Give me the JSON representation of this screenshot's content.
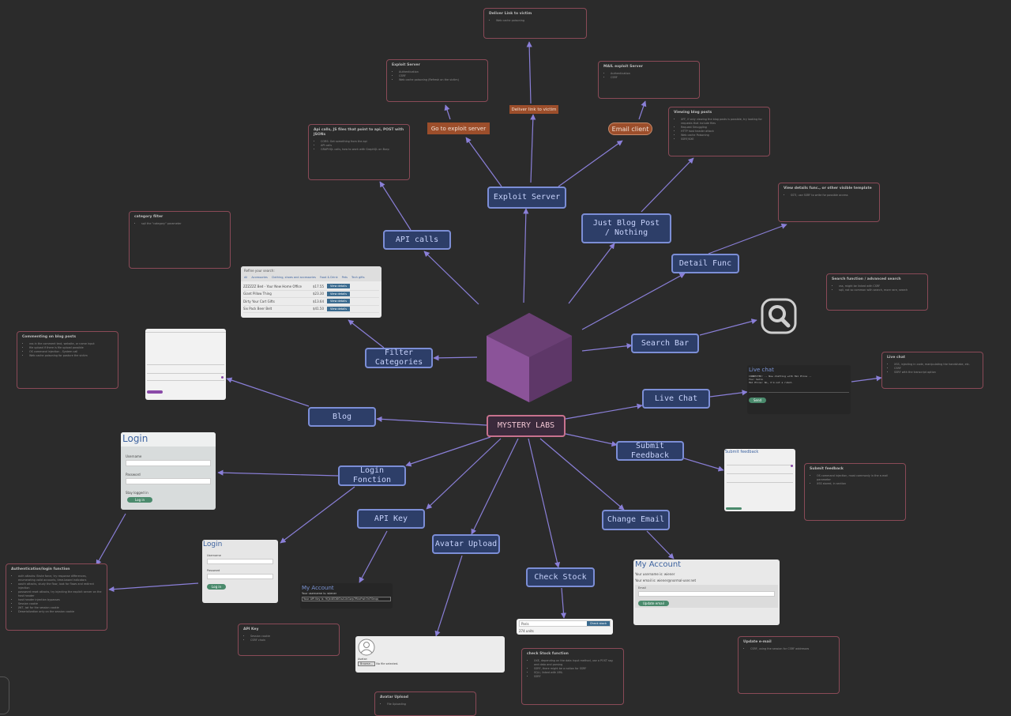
{
  "root": {
    "label": "MYSTERY LABS"
  },
  "branches": {
    "exploit_server": "Exploit Server",
    "api_calls": "API calls",
    "just_blog": "Just Blog Post / Nothing",
    "detail_func": "Detail Func",
    "search_bar": "Search Bar",
    "live_chat": "Live Chat",
    "submit_feedback": "Submit Feedback",
    "change_email": "Change Email",
    "check_stock": "Check Stock",
    "avatar_upload": "Avatar Upload",
    "api_key": "API Key",
    "login_function": "Login Fonction",
    "blog": "Blog",
    "filter_categories": "Filter Categories"
  },
  "pills": {
    "go_exploit": "Go to exploit server",
    "deliver": "Deliver link to victim",
    "email_client": "Email client"
  },
  "notes": [
    {
      "id": "deliver",
      "title": "Deliver Link to victim",
      "items": [
        "Web cache poisoning"
      ]
    },
    {
      "id": "exploit-server",
      "title": "Exploit Server",
      "items": [
        "Authentication",
        "CSRF",
        "Web cache poisoning (Refresh on the victim)"
      ]
    },
    {
      "id": "mail-exploit",
      "title": "MAIL exploit Server",
      "items": [
        "Authentication",
        "CSRF"
      ]
    },
    {
      "id": "api-calls",
      "title": "Api calls, JS files that point to api, POST with JSONs",
      "items": [
        "CORS: Get something from the api",
        "API calls",
        "GRAPHQL calls, how to work with GraphQL on Burp"
      ]
    },
    {
      "id": "viewing-blog",
      "title": "Viewing blog posts",
      "items": [
        "XFF, if only viewing the blog posts is possible, try looking for requests that include files",
        "Request Smuggling",
        "HTTP host header attack",
        "Web cache Poisoning",
        "SSRF/XXE"
      ]
    },
    {
      "id": "view-details",
      "title": "View details func., or other visible template",
      "items": [
        "SSTI, use SSRF to write for possible access"
      ]
    },
    {
      "id": "category-filter",
      "title": "category filter",
      "items": [
        "sqli the \"category\" parameter"
      ]
    },
    {
      "id": "search-function",
      "title": "Search function / advanced search",
      "items": [
        "xss, might be linked with CSRF",
        "sqli, not so common with search, more rare, search"
      ]
    },
    {
      "id": "commenting",
      "title": "Commenting on blog posts",
      "items": [
        "xss in the comment text, website, or name input",
        "file upload if there is file upload possible",
        "OS command injection - System call",
        "Web cache poisoning for posture the victim"
      ]
    },
    {
      "id": "live-chat",
      "title": "Live chat",
      "items": [
        "XSS, injecting in code, manipulating the handshake, etc.",
        "CSRF",
        "SSRF with the transcript option"
      ]
    },
    {
      "id": "submit-feedback",
      "title": "Submit feedback",
      "items": [
        "OS command injection, most commonly in the e-mail parameter",
        "XSS stored, in section"
      ]
    },
    {
      "id": "auth",
      "title": "Authentication/login function",
      "items": [
        "auth attacks: Brute force, try response differences, enumerating valid accounts, time-based indicators",
        "oauth attacks, study the flow, look for flaws and redirect injection",
        "password reset attacks, try injecting the explicit server on the host header",
        "host header injection bypasses",
        "Session cookie",
        "JWT, jwt for the session cookie",
        "Deserialization only on the session cookie"
      ]
    },
    {
      "id": "api-key",
      "title": "API Key",
      "items": [
        "Session cookie",
        "CSRF chain"
      ]
    },
    {
      "id": "check-stock",
      "title": "check Stock function",
      "items": [
        "XXE, depending on the data input method, use a POST ssg and data and parsing",
        "SSRF, there might be a notion for SSRF",
        "SQLi, linked with XML",
        "SSRF"
      ]
    },
    {
      "id": "update-email",
      "title": "Update e-mail",
      "items": [
        "CSRF, using the session for CSRF addresses"
      ]
    },
    {
      "id": "avatar-upload",
      "title": "Avatar Upload",
      "items": [
        "File Uploading"
      ]
    }
  ],
  "screens": {
    "filter": {
      "heading": "Refine your search:",
      "cats": [
        "All",
        "Accessories",
        "Clothing, shoes and accessories",
        "Food & Drink",
        "Pets",
        "Tech gifts"
      ],
      "rows": [
        {
          "name": "ZZZZZZ Bed - Your New Home Office",
          "price": "$17.55",
          "btn": "View details"
        },
        {
          "name": "Giant Pillow Thing",
          "price": "$23.30",
          "btn": "View details"
        },
        {
          "name": "Dirty Your Cart Gifts",
          "price": "$13.64",
          "btn": "View details"
        },
        {
          "name": "Six Pack Beer Belt",
          "price": "$41.50",
          "btn": "View details"
        }
      ]
    },
    "login1": {
      "title": "Login",
      "username": "Username",
      "password": "Password",
      "stay": "Stay logged in",
      "button": "Log in"
    },
    "login2": {
      "title": "Login",
      "username": "Username",
      "password": "Password",
      "button": "Log in"
    },
    "api_key": {
      "title": "My Account",
      "line1": "Your username is: wiener",
      "line2": "Your API Key is: 9Qk4ED8f2sA1kGwp7RkzFwh3nT0eqq"
    },
    "live_chat": {
      "title": "Live chat",
      "lines": [
        "CONNECTED: -- Now chatting with Hal Pline --",
        "You: hello",
        "Hal Pline: No, I'm not a robot."
      ],
      "button": "Send"
    },
    "feedback": {
      "title": "Submit feedback"
    },
    "my_account": {
      "title": "My Account",
      "line1": "Your username is: wiener",
      "line2": "Your email is: wiener@normal-user.net",
      "label": "Email",
      "button": "Update email"
    },
    "check_stock": {
      "select": "Paris",
      "button": "Check stock",
      "result": "274 units"
    },
    "avatar": {
      "label": "Avatar:",
      "browse": "Browse...",
      "file": "No file selected."
    }
  },
  "colors": {
    "background": "#2b2b2b",
    "node_fill": "#2d3e68",
    "node_border": "#7c8ed6",
    "root_border": "#c8728e",
    "edge": "#8a7fd8",
    "note_border": "#8a4a57",
    "pill": "#9c4e2b"
  },
  "icons": [
    "cube-logo-icon",
    "search-magnifier-icon",
    "avatar-placeholder-icon"
  ]
}
